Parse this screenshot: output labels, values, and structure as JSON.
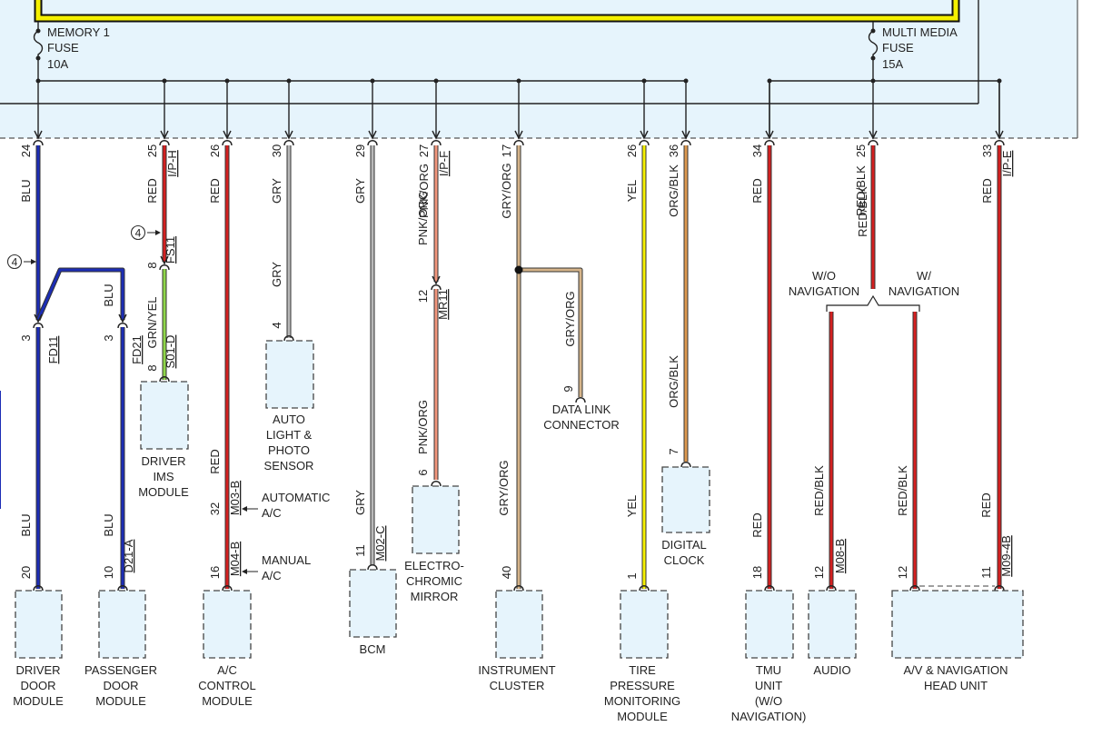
{
  "fuses": [
    {
      "name": "MEMORY 1",
      "type": "FUSE",
      "rating": "10A"
    },
    {
      "name": "MULTI MEDIA",
      "type": "FUSE",
      "rating": "15A"
    }
  ],
  "top_wires": [
    {
      "pin": "24",
      "color": "BLU",
      "connector": ""
    },
    {
      "pin": "25",
      "color": "RED",
      "connector": "I/P-H"
    },
    {
      "pin": "26",
      "color": "RED",
      "connector": ""
    },
    {
      "pin": "30",
      "color": "GRY",
      "connector": ""
    },
    {
      "pin": "29",
      "color": "GRY",
      "connector": ""
    },
    {
      "pin": "27",
      "color": "PNK/ORG",
      "connector": "I/P-F"
    },
    {
      "pin": "17",
      "color": "GRY/ORG",
      "connector": ""
    },
    {
      "pin": "26",
      "color": "YEL",
      "connector": ""
    },
    {
      "pin": "36",
      "color": "ORG/BLK",
      "connector": ""
    },
    {
      "pin": "34",
      "color": "RED",
      "connector": ""
    },
    {
      "pin": "25",
      "color": "RED/BLK",
      "connector": ""
    },
    {
      "pin": "33",
      "color": "RED",
      "connector": "I/P-E"
    }
  ],
  "ref_marker": "4",
  "inline_connectors": [
    {
      "id": "FS11",
      "pin_a": "8",
      "pin_b": "8"
    },
    {
      "id": "FD11",
      "pin": "3"
    },
    {
      "id": "FD21",
      "pin": "3"
    },
    {
      "id": "MR11",
      "pin": "12"
    }
  ],
  "mid_wires": [
    {
      "color": "BLU"
    },
    {
      "color": "BLU"
    },
    {
      "color": "GRN/YEL"
    },
    {
      "color": "GRY"
    },
    {
      "color": "GRY/ORG"
    },
    {
      "color": "PNK/ORG"
    },
    {
      "color": "ORG/BLK"
    },
    {
      "color": "RED"
    },
    {
      "color": "GRY"
    },
    {
      "color": "GRY/ORG"
    },
    {
      "color": "YEL"
    },
    {
      "color": "RED"
    },
    {
      "color": "RED/BLK"
    },
    {
      "color": "RED/BLK"
    },
    {
      "color": "RED"
    },
    {
      "color": "BLU"
    },
    {
      "color": "BLU"
    }
  ],
  "branch_labels": {
    "left": [
      "W/O",
      "NAVIGATION"
    ],
    "right": [
      "W/",
      "NAVIGATION"
    ]
  },
  "variant_labels": [
    {
      "pin": "32",
      "connector": "M03-B",
      "text": [
        "AUTOMATIC",
        "A/C"
      ]
    },
    {
      "pin": "16",
      "connector": "M04-B",
      "text": [
        "MANUAL",
        "A/C"
      ]
    }
  ],
  "components": [
    {
      "label": [
        "DRIVER",
        "DOOR",
        "MODULE"
      ],
      "pin": "20",
      "connector": ""
    },
    {
      "label": [
        "PASSENGER",
        "DOOR",
        "MODULE"
      ],
      "pin": "10",
      "connector": "D21-A"
    },
    {
      "label": [
        "DRIVER",
        "IMS",
        "MODULE"
      ],
      "pin": "8",
      "connector": "S01-D"
    },
    {
      "label": [
        "A/C",
        "CONTROL",
        "MODULE"
      ],
      "pin": "",
      "connector": ""
    },
    {
      "label": [
        "AUTO",
        "LIGHT &",
        "PHOTO",
        "SENSOR"
      ],
      "pin": "4",
      "connector": ""
    },
    {
      "label": [
        "BCM"
      ],
      "pin": "11",
      "connector": "M02-C"
    },
    {
      "label": [
        "ELECTRO-",
        "CHROMIC",
        "MIRROR"
      ],
      "pin": "6",
      "connector": ""
    },
    {
      "label": [
        "DATA LINK",
        "CONNECTOR"
      ],
      "pin": "9",
      "connector": ""
    },
    {
      "label": [
        "INSTRUMENT",
        "CLUSTER"
      ],
      "pin": "40",
      "connector": ""
    },
    {
      "label": [
        "TIRE",
        "PRESSURE",
        "MONITORING",
        "MODULE"
      ],
      "pin": "1",
      "connector": ""
    },
    {
      "label": [
        "DIGITAL",
        "CLOCK"
      ],
      "pin": "7",
      "connector": ""
    },
    {
      "label": [
        "TMU",
        "UNIT",
        "(W/O",
        "NAVIGATION)"
      ],
      "pin": "18",
      "connector": ""
    },
    {
      "label": [
        "AUDIO"
      ],
      "pin": "12",
      "connector": "M08-B"
    },
    {
      "label": [
        "A/V & NAVIGATION",
        "HEAD UNIT"
      ],
      "pin": "12",
      "connector": ""
    },
    {
      "label": [],
      "pin": "11",
      "connector": "M09-4B"
    }
  ],
  "colors": {
    "BLU": "#1c2db5",
    "RED": "#d42020",
    "GRY": "#b9b9b9",
    "PNK/ORG": "#f2967c",
    "GRY/ORG": "#d6b48a",
    "YEL": "#f5f000",
    "ORG/BLK": "#dd9950",
    "RED/BLK": "#d42020",
    "GRN/YEL": "#8fd64a",
    "box_fill": "#e6f4fc",
    "power": "#f5f000"
  }
}
